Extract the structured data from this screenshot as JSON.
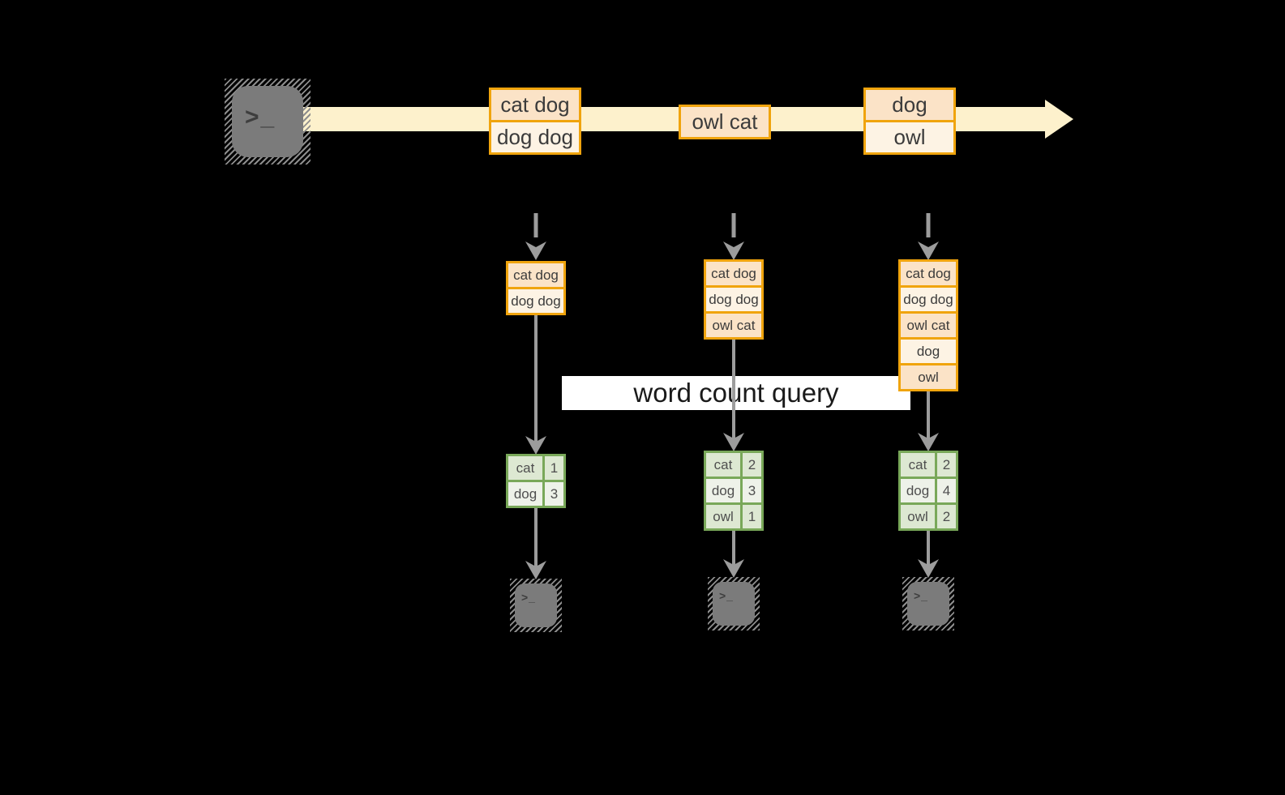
{
  "query_label": "word count query",
  "terminal_glyph": ">_",
  "timeline": {
    "source_icon": "terminal-icon",
    "events": [
      {
        "lines": [
          "cat dog",
          "dog dog"
        ]
      },
      {
        "lines": [
          "owl cat"
        ]
      },
      {
        "lines": [
          "dog",
          "owl"
        ]
      }
    ]
  },
  "stages": [
    {
      "input_state": [
        "cat dog",
        "dog dog"
      ],
      "counts": [
        {
          "word": "cat",
          "count": "1"
        },
        {
          "word": "dog",
          "count": "3"
        }
      ]
    },
    {
      "input_state": [
        "cat dog",
        "dog dog",
        "owl cat"
      ],
      "counts": [
        {
          "word": "cat",
          "count": "2"
        },
        {
          "word": "dog",
          "count": "3"
        },
        {
          "word": "owl",
          "count": "1"
        }
      ]
    },
    {
      "input_state": [
        "cat dog",
        "dog dog",
        "owl cat",
        "dog",
        "owl"
      ],
      "counts": [
        {
          "word": "cat",
          "count": "2"
        },
        {
          "word": "dog",
          "count": "4"
        },
        {
          "word": "owl",
          "count": "2"
        }
      ]
    }
  ],
  "colors": {
    "timeline_band": "#fdf1cc",
    "box_border": "#f0a40d",
    "box_fill_dark": "#fbe3c7",
    "box_fill_light": "#fdf3e4",
    "table_border": "#79a859",
    "table_fill_dark": "#dde8d2",
    "table_fill_light": "#eef2e9",
    "arrow_gray": "#9c9c9c",
    "terminal_gray": "#7b7b7b"
  }
}
